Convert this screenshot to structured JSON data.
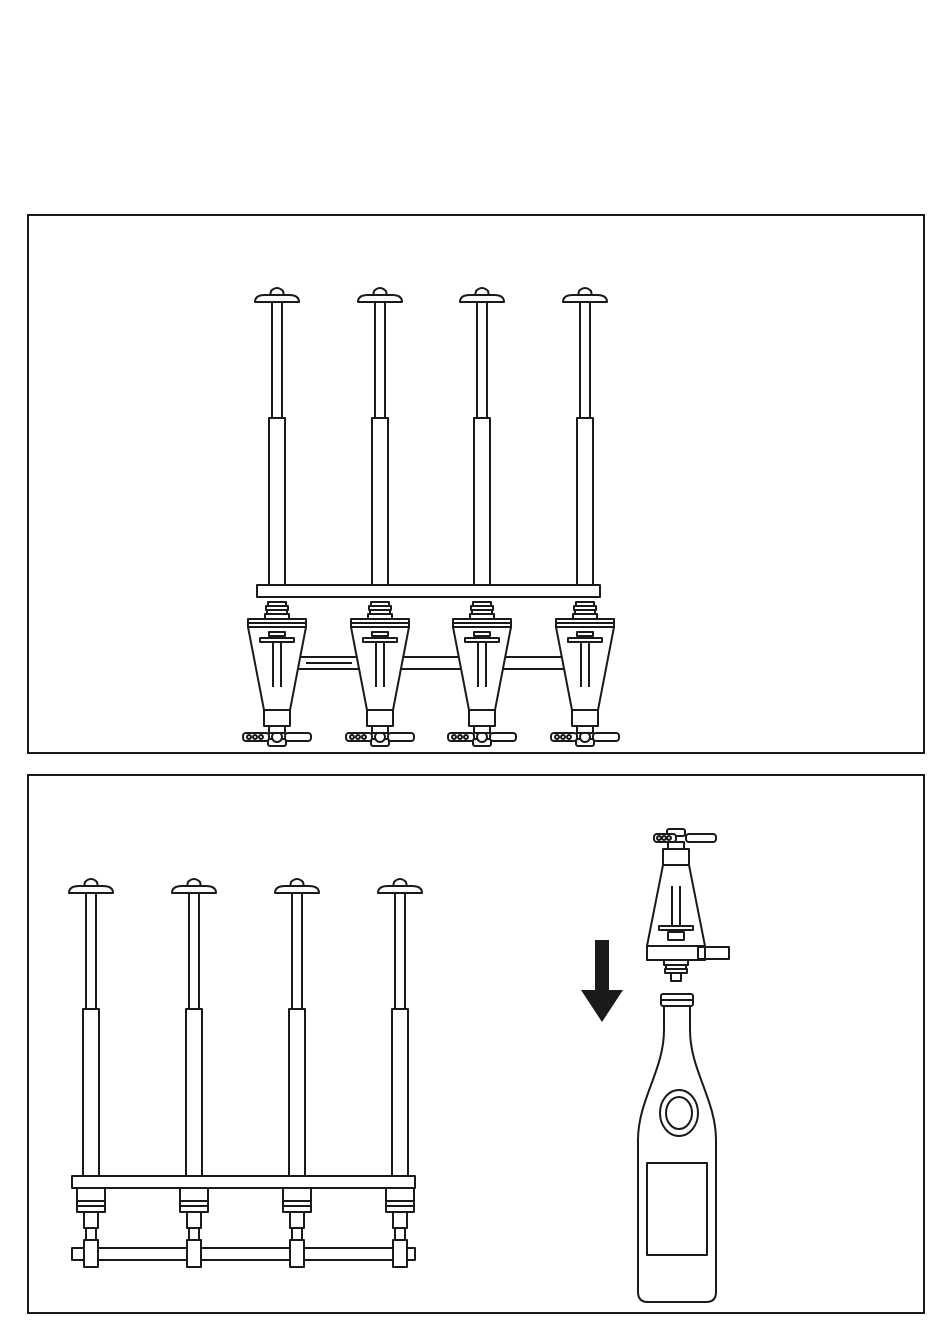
{
  "colors": {
    "line": "#1a1a1a",
    "background": "#ffffff",
    "arrow": "#1a1a1a"
  },
  "panels": [
    {
      "name": "panel-rack-with-stoppers",
      "stopper_count": 4,
      "icons": [
        "stopper-rack-icon",
        "bottle-stopper-icon"
      ]
    },
    {
      "name": "panel-stopper-onto-bottle",
      "stopper_count": 4,
      "icons": [
        "empty-rack-icon",
        "down-arrow-icon",
        "bottle-stopper-icon",
        "wine-bottle-icon"
      ]
    }
  ]
}
